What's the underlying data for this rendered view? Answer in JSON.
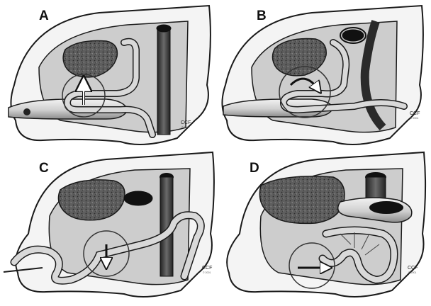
{
  "panels": [
    {
      "id": "A",
      "label": "A",
      "credit": "CCF",
      "credit_sub": "© 2001"
    },
    {
      "id": "B",
      "label": "B",
      "credit": "CCF",
      "credit_sub": "© 2001"
    },
    {
      "id": "C",
      "label": "C",
      "credit": "CCF",
      "credit_sub": "© 2001"
    },
    {
      "id": "D",
      "label": "D",
      "credit": "CCF",
      "credit_sub": "© 2001"
    }
  ],
  "colors": {
    "background": "#ffffff",
    "outline": "#1a1a1a",
    "body_wall": "#f4f4f4",
    "cavity": "#c9c9c9",
    "stomach_fill": "#6d6d6d",
    "vessel": "#3a3a3a",
    "intestine": "#dcdcdc",
    "arrow": "#ffffff"
  }
}
